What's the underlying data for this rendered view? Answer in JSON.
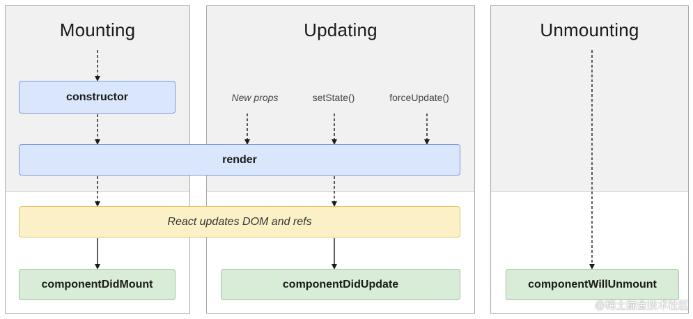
{
  "columns": {
    "mounting": "Mounting",
    "updating": "Updating",
    "unmounting": "Unmounting"
  },
  "boxes": {
    "constructor": "constructor",
    "render": "render",
    "react_updates": "React updates DOM and refs",
    "did_mount": "componentDidMount",
    "did_update": "componentDidUpdate",
    "will_unmount": "componentWillUnmount"
  },
  "triggers": {
    "new_props": "New props",
    "set_state": "setState()",
    "force_update": "forceUpdate()"
  },
  "colors": {
    "phase_top_bg": "#f1f1f1",
    "blue_box": "#d9e6fb",
    "yellow_box": "#fbf0c6",
    "green_box": "#d8ecd7"
  },
  "watermark": "@稀土掘金技术社区"
}
